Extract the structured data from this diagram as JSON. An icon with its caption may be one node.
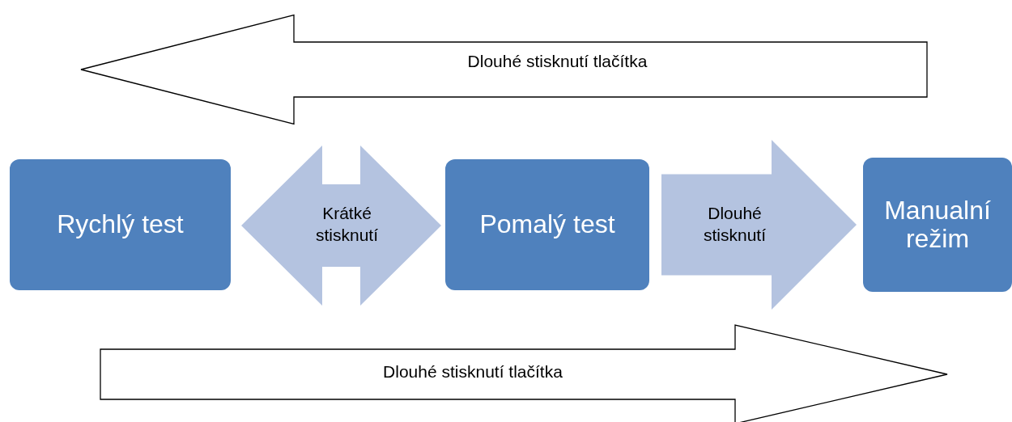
{
  "diagram": {
    "nodes": [
      {
        "text": [
          "Rychlý test"
        ]
      },
      {
        "text": [
          "Pomalý test"
        ]
      },
      {
        "text": [
          "Manualní režim"
        ]
      }
    ],
    "edges": [
      {
        "from": 2,
        "to": 0,
        "arrow": "to",
        "label": "Dlouhé stisknutí tlačítka"
      },
      {
        "from": 0,
        "to": 1,
        "arrow": "both",
        "label": "Krátké stisknutí",
        "color": "#b4c3e0"
      },
      {
        "from": 1,
        "to": 2,
        "arrow": "to",
        "label": "Dlouhé stisknutí",
        "color": "#b4c3e0"
      },
      {
        "from": 0,
        "to": 2,
        "arrow": "to",
        "label": "Dlouhé stisknutí tlačítka"
      }
    ]
  }
}
